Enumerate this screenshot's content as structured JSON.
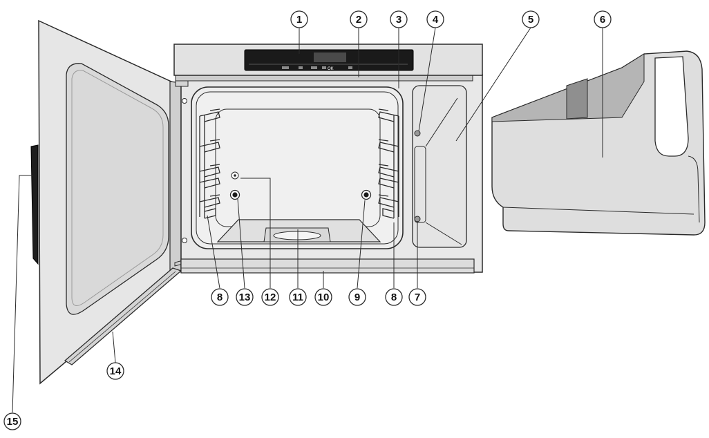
{
  "colors": {
    "line": "#2a2a2a",
    "steel_light": "#e8e8e8",
    "steel_mid": "#d4d4d4",
    "steel_dark": "#9a9a9a",
    "control_panel": "#1a1a1a",
    "display": "#4a4a4a",
    "background": "#ffffff"
  },
  "control_panel": {
    "ok_label": "OK"
  },
  "callouts": [
    {
      "label": "1"
    },
    {
      "label": "2"
    },
    {
      "label": "3"
    },
    {
      "label": "4"
    },
    {
      "label": "5"
    },
    {
      "label": "6"
    },
    {
      "label": "7"
    },
    {
      "label": "8"
    },
    {
      "label": "8"
    },
    {
      "label": "9"
    },
    {
      "label": "10"
    },
    {
      "label": "11"
    },
    {
      "label": "12"
    },
    {
      "label": "13"
    },
    {
      "label": "14"
    },
    {
      "label": "15"
    }
  ]
}
